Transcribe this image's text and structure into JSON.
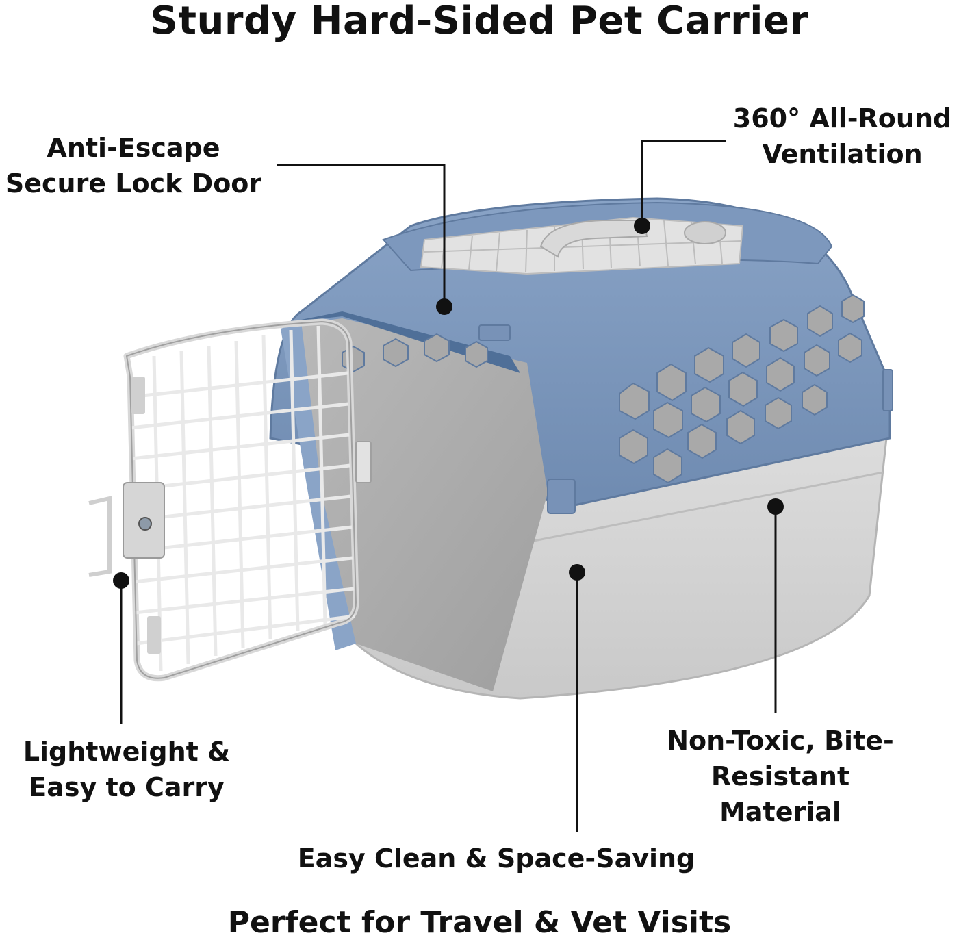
{
  "heading": "Sturdy Hard-Sided Pet Carrier",
  "features": {
    "door_lock": "Anti-Escape\nSecure Lock Door",
    "ventilation": "360° All-Round\nVentilation",
    "lightweight": "Lightweight &\nEasy to Carry",
    "easy_clean": "Easy Clean & Space-Saving",
    "material": "Non-Toxic, Bite-\nResistant\nMaterial"
  },
  "tagline": "Perfect for Travel & Vet Visits",
  "colors": {
    "shell_top": "#7f9bbf",
    "shell_base": "#d6d6d6",
    "door_wire": "#e6e6e6",
    "callout": "#111111"
  },
  "icons": [
    "pet-carrier-illustration"
  ]
}
